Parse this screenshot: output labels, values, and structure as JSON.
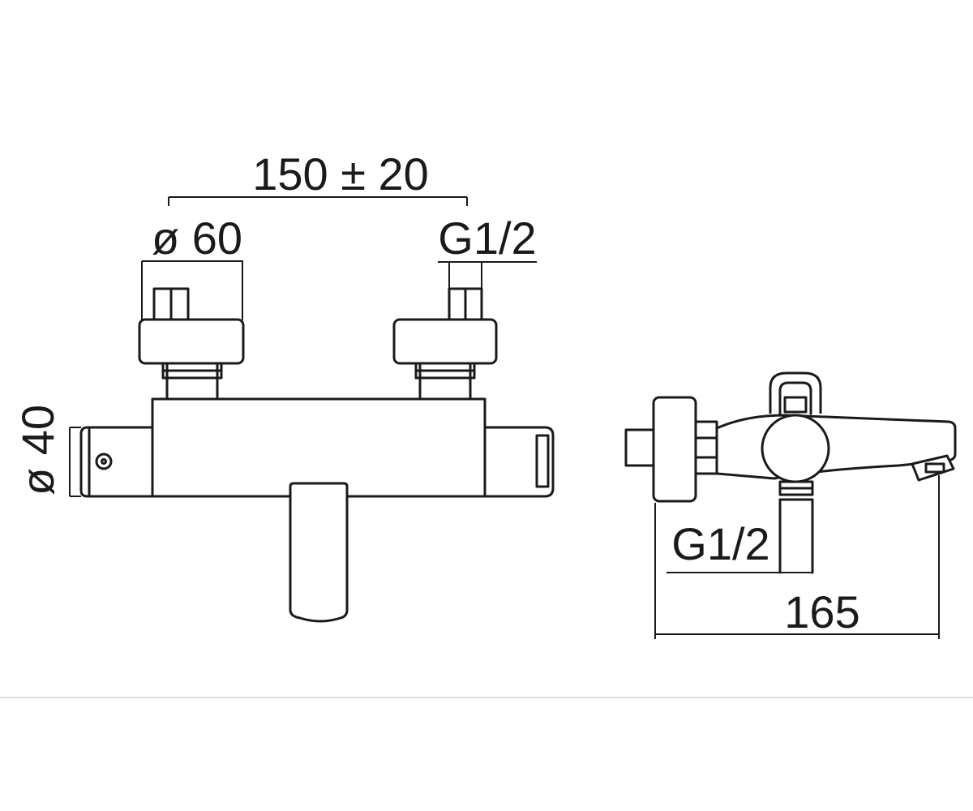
{
  "dimensions": {
    "center_distance": "150 ± 20",
    "handle_diameter": "ø 60",
    "inlet_thread_front": "G1/2",
    "body_diameter": "ø 40",
    "inlet_thread_side": "G1/2",
    "depth": "165"
  }
}
